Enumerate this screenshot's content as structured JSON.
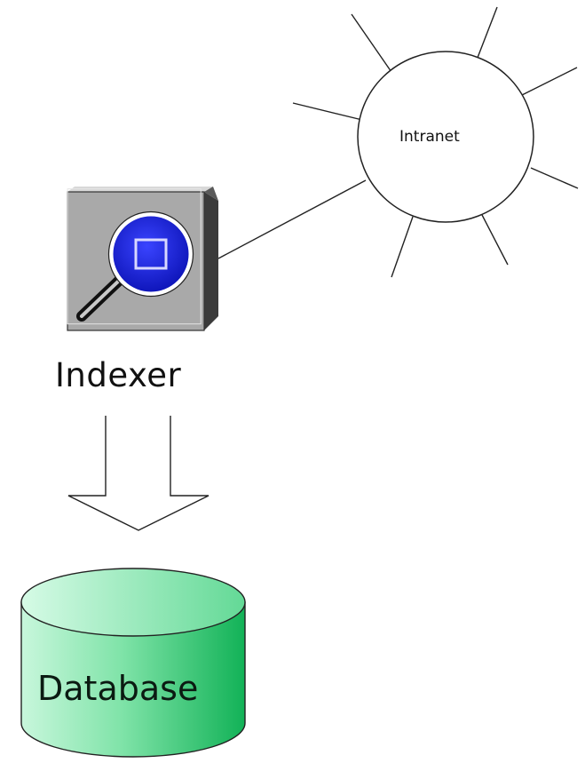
{
  "nodes": {
    "intranet": {
      "label": "Intranet"
    },
    "indexer": {
      "label": "Indexer",
      "icon": "magnifier-icon"
    },
    "database": {
      "label": "Database",
      "icon": "cylinder-icon"
    }
  },
  "colors": {
    "database_fill_light": "#bff5d6",
    "database_fill_dark": "#14b85a",
    "indexer_box": "#a9a9a9",
    "lens_blue": "#1a22d6"
  },
  "edges": [
    {
      "from": "indexer",
      "to": "intranet",
      "style": "line"
    },
    {
      "from": "indexer",
      "to": "database",
      "style": "hollow-arrow"
    }
  ]
}
